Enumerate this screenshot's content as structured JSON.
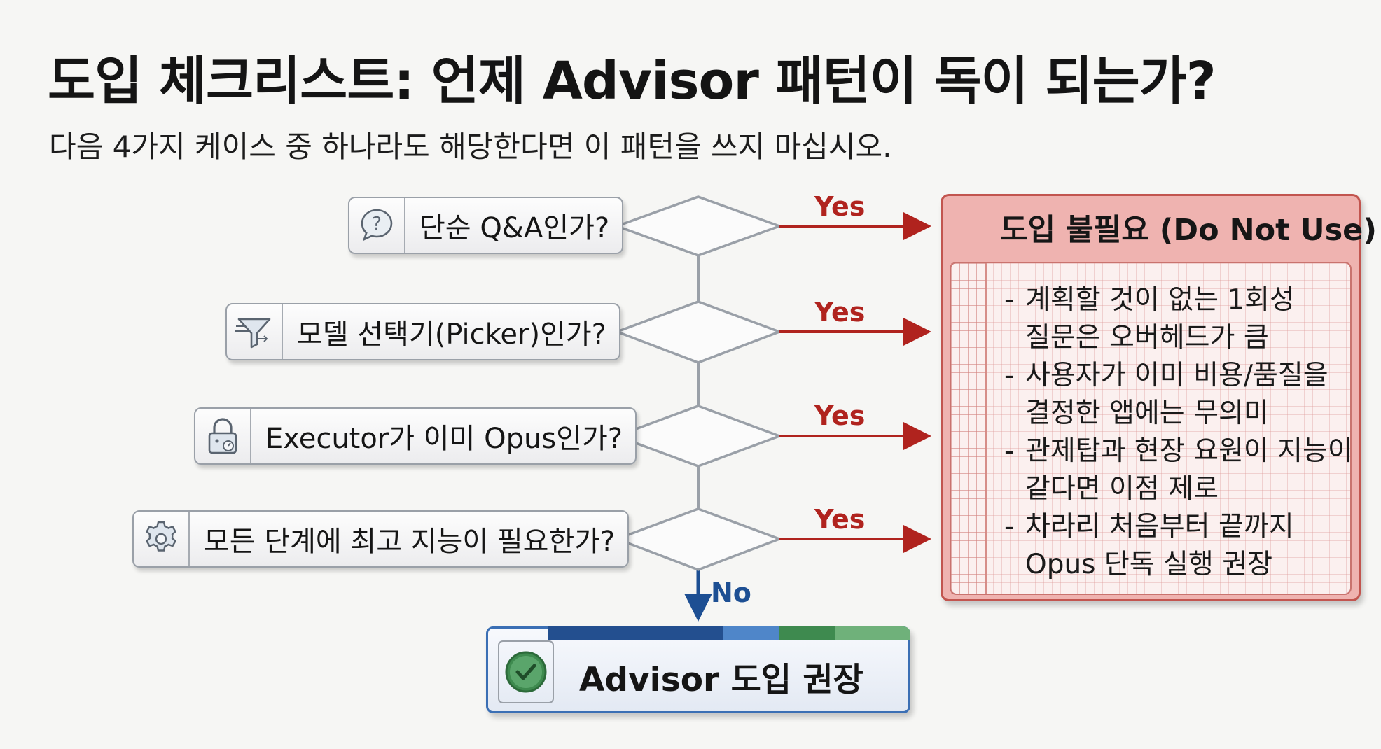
{
  "title": "도입 체크리스트: 언제 Advisor 패턴이 독이 되는가?",
  "subtitle": "다음 4가지 케이스 중 하나라도 해당한다면 이 패턴을 쓰지 마십시오.",
  "questions": [
    {
      "text": "단순 Q&A인가?",
      "icon": "question-bubble-icon"
    },
    {
      "text": "모델 선택기(Picker)인가?",
      "icon": "funnel-icon"
    },
    {
      "text": "Executor가 이미 Opus인가?",
      "icon": "lock-icon"
    },
    {
      "text": "모든 단계에 최고 지능이 필요한가?",
      "icon": "gear-icon"
    }
  ],
  "yes_label": "Yes",
  "no_label": "No",
  "do_not_use": {
    "title": "도입 불필요 (Do Not Use)",
    "bullets": [
      {
        "dash": "-",
        "lines": [
          "계획할 것이 없는 1회성",
          "질문은 오버헤드가 큼"
        ]
      },
      {
        "dash": "-",
        "lines": [
          "사용자가 이미 비용/품질을",
          "결정한 앱에는 무의미"
        ]
      },
      {
        "dash": "-",
        "lines": [
          "관제탑과 현장 요원이 지능이",
          "같다면 이점 제로"
        ]
      },
      {
        "dash": "-",
        "lines": [
          "차라리 처음부터 끝까지",
          "Opus 단독 실행 권장"
        ]
      }
    ]
  },
  "recommend": {
    "text": "Advisor 도입 권장",
    "icon": "check-circle-icon"
  },
  "colors": {
    "yes": "#b0231e",
    "no": "#1d4f93",
    "panel": "#efb3b0",
    "accent_blue": "#3b6fb4",
    "accent_green": "#3e8a4f"
  }
}
